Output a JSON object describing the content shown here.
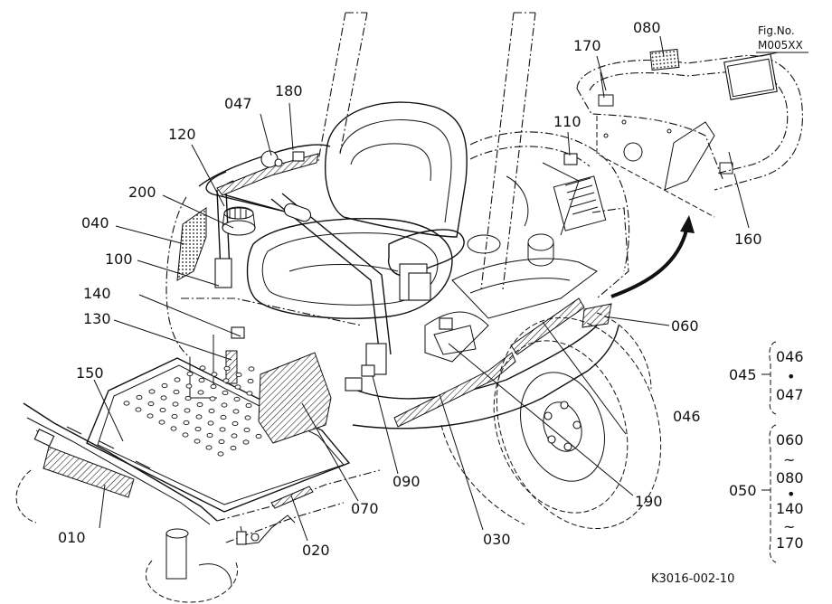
{
  "figure": {
    "fig_no_label": "Fig.No.",
    "fig_no_value": "M005XX",
    "drawing_code": "K3016-002-10"
  },
  "callouts": {
    "c010": "010",
    "c020": "020",
    "c030": "030",
    "c040": "040",
    "c046": "046",
    "c047": "047",
    "c060": "060",
    "c070": "070",
    "c080": "080",
    "c090": "090",
    "c100": "100",
    "c110": "110",
    "c120": "120",
    "c130": "130",
    "c140": "140",
    "c150": "150",
    "c160": "160",
    "c170": "170",
    "c180": "180",
    "c190": "190",
    "c200": "200"
  },
  "groups": {
    "g045": {
      "label": "045",
      "first": "046",
      "separator": "•",
      "last": "047"
    },
    "g050": {
      "label": "050",
      "items": [
        "060",
        "~",
        "080",
        "•",
        "140",
        "~",
        "170"
      ]
    }
  }
}
